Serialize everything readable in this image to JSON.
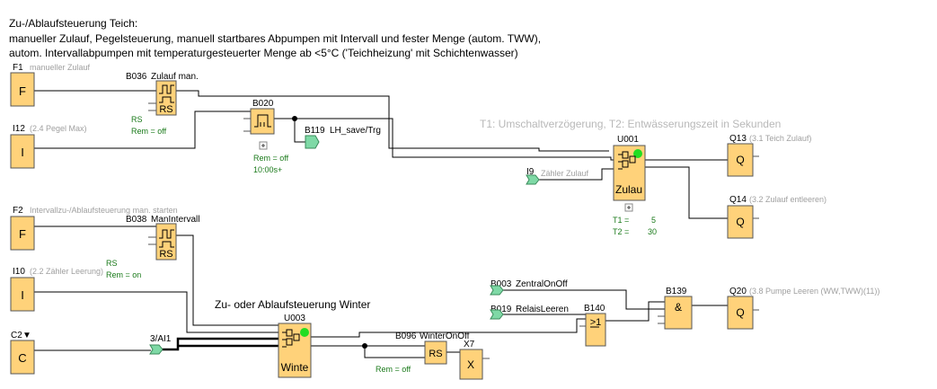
{
  "header": {
    "line1": "Zu-/Ablaufsteuerung Teich:",
    "line2": "manueller Zulauf, Pegelsteuerung, manuell startbares Abpumpen mit Intervall und fester Menge (autom. TWW),",
    "line3": "autom. Intervallabpumpen mit temperaturgesteuerter Menge ab <5°C ('Teichheizung' mit Schichtenwasser)"
  },
  "annotation_main": "T1: Umschaltverzögerung,  T2: Entwässerungszeit in Sekunden",
  "annotation_winter": "Zu- oder Ablaufsteuerung Winter",
  "inputs": {
    "f1": {
      "id": "F1",
      "desc": "manueller Zulauf",
      "symbol": "F"
    },
    "i12": {
      "id": "I12",
      "desc": "(2.4 Pegel Max)",
      "symbol": "I"
    },
    "f2": {
      "id": "F2",
      "desc": "Intervallzu-/Ablaufsteuerung man. starten",
      "symbol": "F"
    },
    "i10": {
      "id": "I10",
      "desc": "(2.2 Zähler Leerung)",
      "symbol": "I"
    },
    "c2": {
      "id": "C2",
      "arrow": "▼",
      "symbol": "C"
    }
  },
  "blocks": {
    "b036": {
      "id": "B036",
      "name": "Zulauf man.",
      "symbol": "RS",
      "param1": "RS",
      "param2": "Rem = off"
    },
    "b020": {
      "id": "B020",
      "param1": "Rem = off",
      "param2": "10:00s+"
    },
    "b038": {
      "id": "B038",
      "name": "ManIntervall",
      "symbol": "RS",
      "param1": "RS",
      "param2": "Rem = on"
    },
    "u001": {
      "id": "U001",
      "label": "Zulau",
      "t1_label": "T1 =",
      "t1_value": "5",
      "t2_label": "T2 =",
      "t2_value": "30"
    },
    "u003": {
      "id": "U003",
      "label": "Winte"
    },
    "b096": {
      "id": "B096",
      "name": "WinterOnOff",
      "symbol": "RS",
      "param": "Rem = off"
    },
    "x7": {
      "id": "X7",
      "symbol": "X"
    },
    "b140": {
      "id": "B140",
      "symbol": ">1"
    },
    "b139": {
      "id": "B139",
      "symbol": "&"
    }
  },
  "flags": {
    "b119": {
      "id": "B119",
      "name": "LH_save/Trg"
    },
    "i9": {
      "id": "I9",
      "name": "Zähler Zulauf"
    },
    "ai": {
      "id": "3/AI1"
    },
    "b003": {
      "id": "B003",
      "name": "ZentralOnOff"
    },
    "b019": {
      "id": "B019",
      "name": "RelaisLeeren"
    }
  },
  "outputs": {
    "q13": {
      "id": "Q13",
      "desc": "(3.1 Teich Zulauf)",
      "symbol": "Q"
    },
    "q14": {
      "id": "Q14",
      "desc": "(3.2 Zulauf entleeren)",
      "symbol": "Q"
    },
    "q20": {
      "id": "Q20",
      "desc": "(3.8 Pumpe Leeren (WW,TWW)(11))",
      "symbol": "Q"
    }
  },
  "colors": {
    "block_fill": "#ffd27a",
    "status_led": "#22dd22",
    "param_text": "#1a7a1a",
    "flag_fill": "#7fd9a6"
  }
}
